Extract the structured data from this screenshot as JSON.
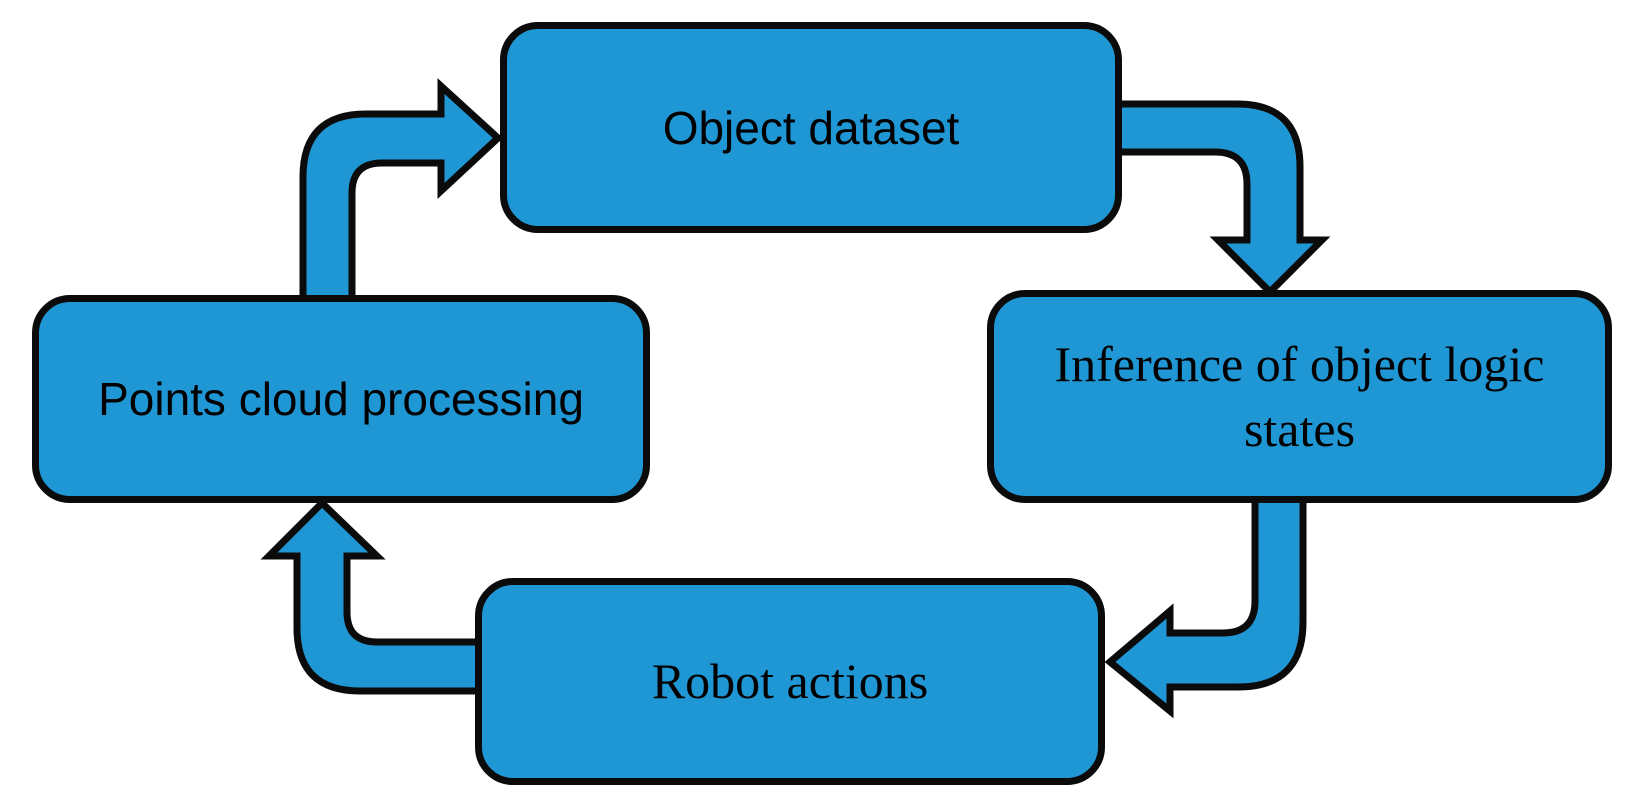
{
  "diagram": {
    "type": "cycle-flowchart",
    "nodes": {
      "object_dataset": {
        "label": "Object dataset",
        "position": "top"
      },
      "inference": {
        "label": "Inference of object logic states",
        "position": "right"
      },
      "robot_actions": {
        "label": "Robot actions",
        "position": "bottom"
      },
      "points_cloud": {
        "label": "Points cloud processing",
        "position": "left"
      }
    },
    "edges": [
      {
        "from": "points_cloud",
        "to": "object_dataset"
      },
      {
        "from": "object_dataset",
        "to": "inference"
      },
      {
        "from": "inference",
        "to": "robot_actions"
      },
      {
        "from": "robot_actions",
        "to": "points_cloud"
      }
    ],
    "colors": {
      "node_fill": "#2097d5",
      "node_border": "#0b0b0b",
      "arrow_fill": "#2097d5",
      "arrow_border": "#0b0b0b",
      "text": "#000000",
      "background": "#ffffff"
    }
  }
}
